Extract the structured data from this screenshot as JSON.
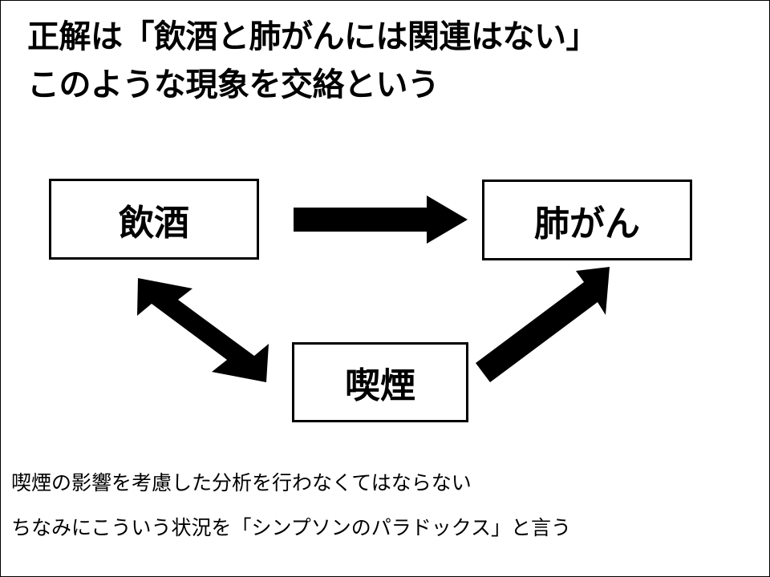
{
  "title": {
    "line1": "正解は「飲酒と肺がんには関連はない」",
    "line2": "このような現象を交絡という"
  },
  "diagram": {
    "nodes": {
      "drinking": "飲酒",
      "lung_cancer": "肺がん",
      "smoking": "喫煙"
    },
    "edges": [
      {
        "from": "drinking",
        "to": "lung_cancer",
        "style": "single-head"
      },
      {
        "from": "smoking",
        "to": "drinking",
        "style": "double-head"
      },
      {
        "from": "smoking",
        "to": "lung_cancer",
        "style": "single-head"
      }
    ]
  },
  "notes": {
    "line1": "喫煙の影響を考慮した分析を行わなくてはならない",
    "line2": "ちなみにこういう状況を「シンプソンのパラドックス」と言う"
  },
  "colors": {
    "foreground": "#000000",
    "background": "#ffffff"
  }
}
